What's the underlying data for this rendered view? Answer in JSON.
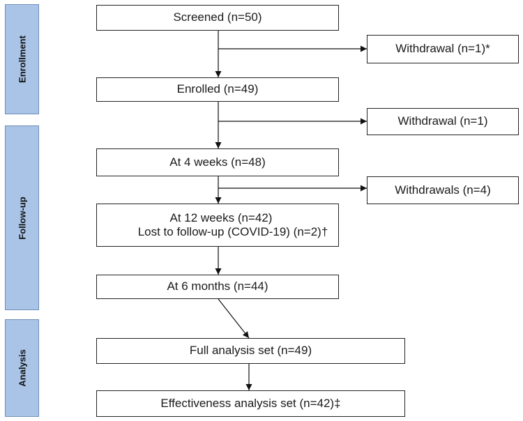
{
  "phases": {
    "enrollment": "Enrollment",
    "follow_up": "Follow-up",
    "analysis": "Analysis"
  },
  "boxes": {
    "screened": "Screened (n=50)",
    "withdrawal_1": "Withdrawal (n=1)*",
    "enrolled": "Enrolled (n=49)",
    "withdrawal_2": "Withdrawal (n=1)",
    "week4": "At 4 weeks (n=48)",
    "withdrawals_4": "Withdrawals (n=4)",
    "week12_line1": "At 12 weeks (n=42)",
    "week12_line2": "Lost to follow-up (COVID-19) (n=2)†",
    "month6": "At 6 months (n=44)",
    "full_analysis": "Full analysis set (n=49)",
    "effectiveness_analysis": "Effectiveness analysis set (n=42)‡"
  }
}
